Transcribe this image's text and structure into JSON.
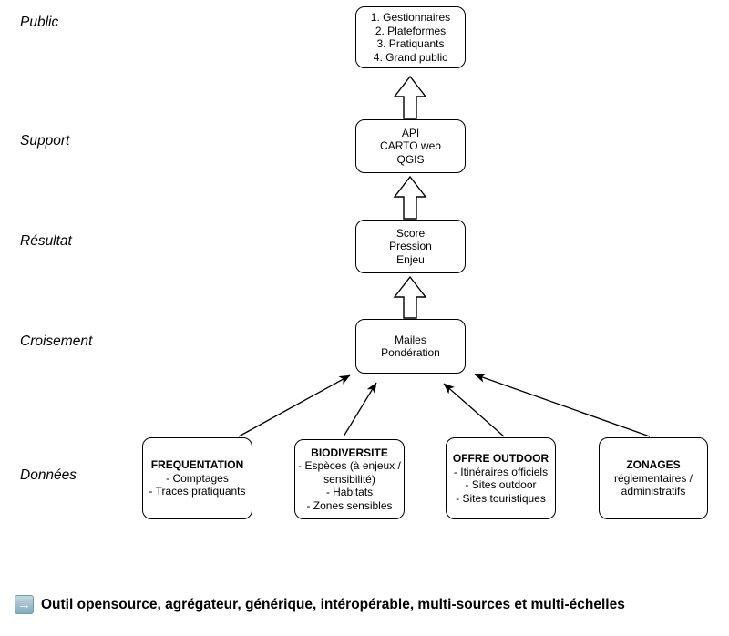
{
  "labels": {
    "public": "Public",
    "support": "Support",
    "resultat": "Résultat",
    "croisement": "Croisement",
    "donnees": "Données"
  },
  "boxes": {
    "public": {
      "lines": [
        "1. Gestionnaires",
        "2. Plateformes",
        "3. Pratiquants",
        "4. Grand public"
      ]
    },
    "support": {
      "lines": [
        "API",
        "CARTO web",
        "QGIS"
      ]
    },
    "resultat": {
      "lines": [
        "Score",
        "Pression",
        "Enjeu"
      ]
    },
    "croisement": {
      "lines": [
        "Mailes",
        "Pondération"
      ]
    },
    "donnees": [
      {
        "title": "FREQUENTATION",
        "lines": [
          "- Comptages",
          "- Traces pratiquants"
        ]
      },
      {
        "title": "BIODIVERSITE",
        "lines": [
          "- Espèces (à enjeux / sensibilité)",
          "- Habitats",
          "- Zones sensibles"
        ]
      },
      {
        "title": "OFFRE OUTDOOR",
        "lines": [
          "- Itinéraires officiels",
          "- Sites outdoor",
          "- Sites touristiques"
        ]
      },
      {
        "title": "ZONAGES",
        "lines": [
          "réglementaires / administratifs"
        ]
      }
    ]
  },
  "footer": {
    "icon": "right-arrow-emoji",
    "icon_glyph": "→",
    "text": "Outil opensource, agrégateur, générique, intéropérable, multi-sources et multi-échelles"
  },
  "colors": {
    "stroke": "#000000",
    "box_fill": "#ffffff",
    "emoji_blue": "#9dbecb"
  }
}
